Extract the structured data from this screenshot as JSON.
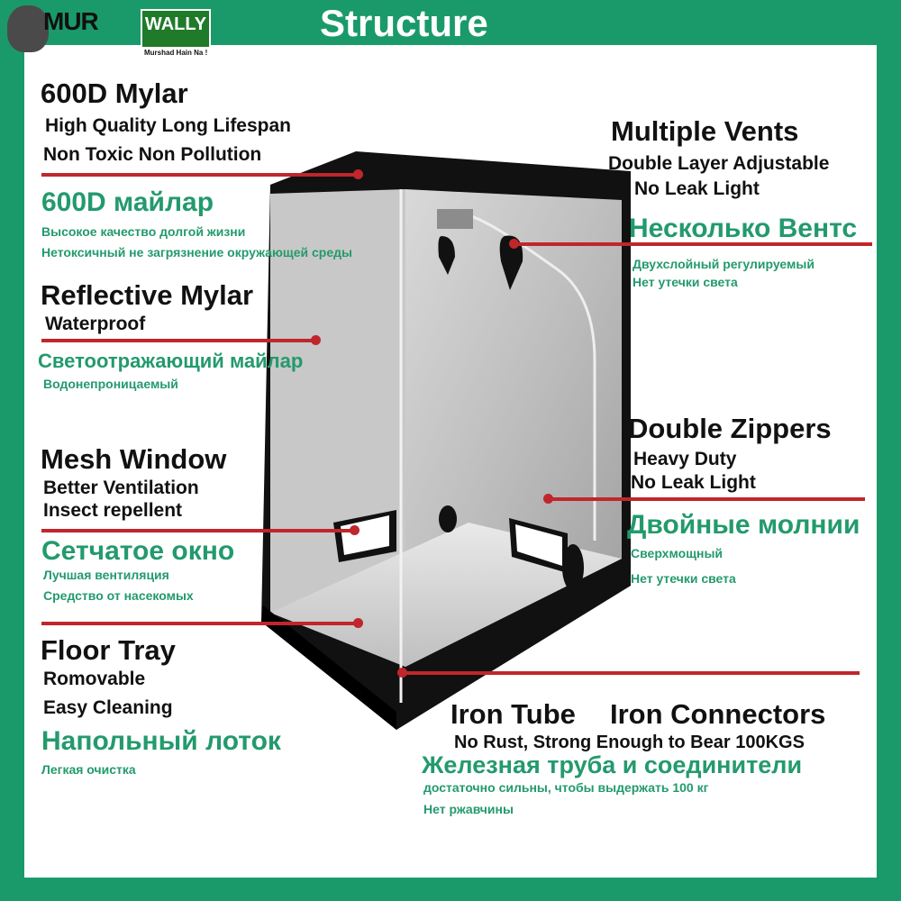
{
  "header": {
    "title": "Structure"
  },
  "logo": {
    "mur": "MUR",
    "wally": "WALLY",
    "sub": "Murshad Hain Na !"
  },
  "labels": {
    "mylar": {
      "en_title": "600D Mylar",
      "en_line1": "High Quality Long Lifespan",
      "en_line2": "Non Toxic  Non Pollution",
      "ru_title": "600D майлар",
      "ru_line1": "Высокое качество долгой жизни",
      "ru_line2": "Нетоксичный не загрязнение окружающей среды"
    },
    "reflective": {
      "en_title": "Reflective Mylar",
      "en_line1": "Waterproof",
      "ru_title": "Светоотражающий майлар",
      "ru_line1": "Водонепроницаемый"
    },
    "mesh": {
      "en_title": "Mesh Window",
      "en_line1": "Better Ventilation",
      "en_line2": "Insect repellent",
      "ru_title": "Сетчатое окно",
      "ru_line1": "Лучшая вентиляция",
      "ru_line2": "Средство от насекомых"
    },
    "floor": {
      "en_title": "Floor Tray",
      "en_line1": "Romovable",
      "en_line2": "Easy Cleaning",
      "ru_title": "Напольный лоток",
      "ru_line1": "Легкая очистка"
    },
    "vents": {
      "en_title": "Multiple  Vents",
      "en_line1": "Double Layer Adjustable",
      "en_line2": "No Leak Light",
      "ru_title": "Несколько Вентс",
      "ru_line1": "Двухслойный регулируемый",
      "ru_line2": "Нет утечки света"
    },
    "zippers": {
      "en_title": "Double Zippers",
      "en_line1": "Heavy Duty",
      "en_line2": "No Leak Light",
      "ru_title": "Двойные молнии",
      "ru_line1": "Сверхмощный",
      "ru_line2": "Нет утечки света"
    },
    "iron": {
      "en_title_a": "Iron Tube",
      "en_title_b": "Iron Connectors",
      "en_line1": "No Rust, Strong Enough to Bear 100KGS",
      "ru_title": "Железная труба и соединители",
      "ru_line1": "достаточно сильны, чтобы выдержать 100 кг",
      "ru_line2": "Нет ржавчины"
    }
  },
  "colors": {
    "background": "#1a9a6a",
    "accent_green": "#239a6d",
    "pointer_red": "#c0262b"
  }
}
